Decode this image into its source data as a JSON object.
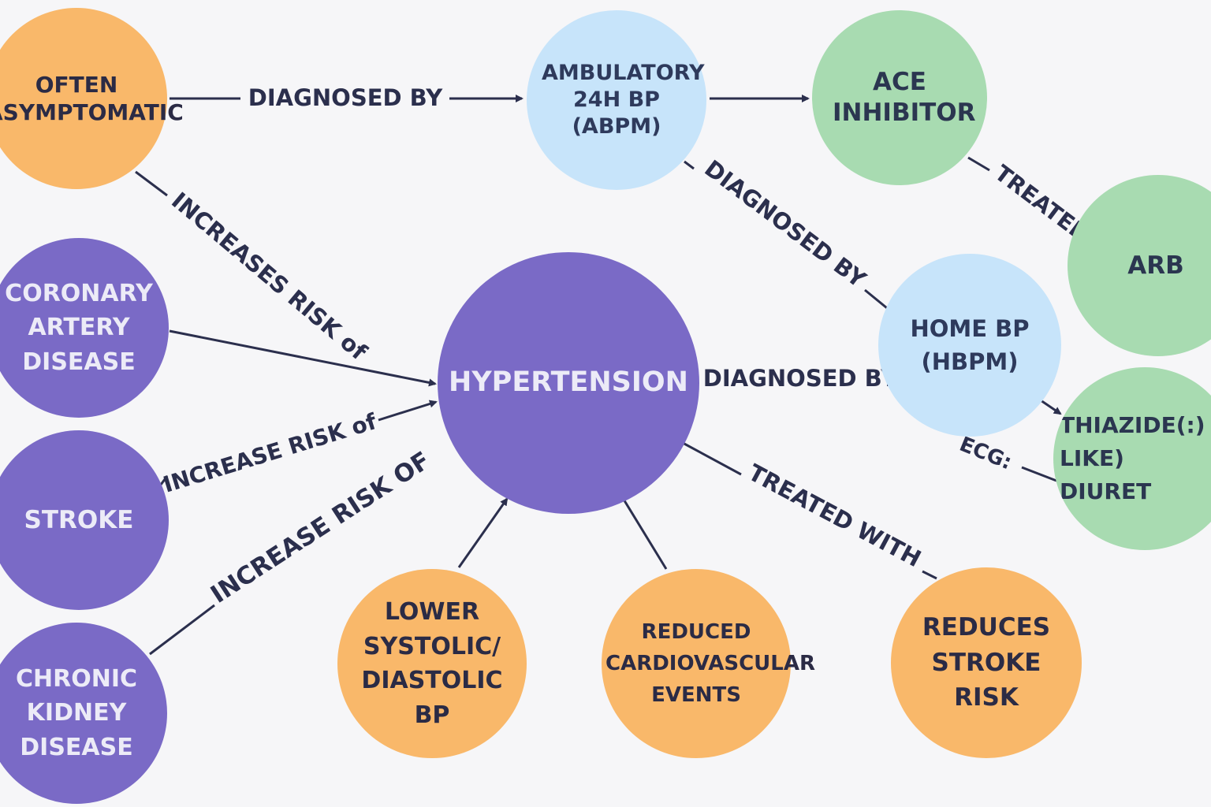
{
  "colors": {
    "orange": "#f9b86a",
    "purple": "#7a6ac6",
    "blue": "#c7e4fa",
    "green": "#a8dbb1",
    "line": "#2b2f4d"
  },
  "nodes": {
    "often_asymptomatic": "OFTEN ASYMPTOMATIC",
    "ambulatory": "AMBULATORY 24H BP (ABPM)",
    "ace_inhibitor": "ACE INHIBITOR",
    "arb": "ARB",
    "coronary": "CORONARY ARTERY DISEASE",
    "stroke": "STROKE",
    "ckd": "CHRONIC KIDNEY DISEASE",
    "hypertension": "HYPERTENSION",
    "home_bp": "HOME BP (HBPM)",
    "thiazide": "THIAZIDE(:) LIKE) DIURET",
    "lower_bp": "LOWER SYSTOLIC/ DIASTOLIC BP",
    "reduced_cv": "REDUCED CARDIOVASCULAR EVENTS",
    "reduces_stroke": "REDUCES STROKE RISK"
  },
  "edge_labels": {
    "diagnosed_by_top": "DIAGNOSED BY",
    "diagnosed_by_diag": "DIAGNOSED BY",
    "treated_diag": "TREATED",
    "increases_risk_of": "INCREASES RISK of",
    "increase_risk_of_1": "INCREASE RISK of",
    "increase_risk_of_2": "INCREASE RISK OF",
    "diagnosed_by_mid": "DIAGNOSED BY",
    "ecg": "ECG:",
    "treated_with": "TREATED WITH"
  }
}
